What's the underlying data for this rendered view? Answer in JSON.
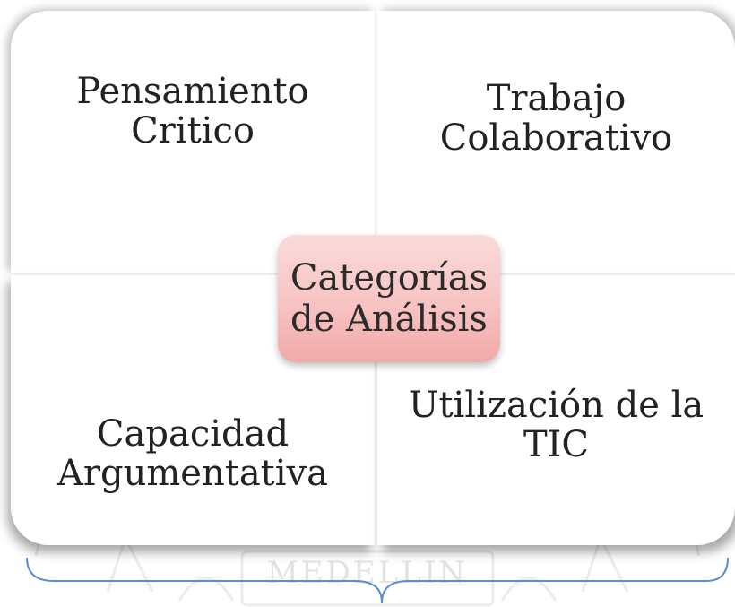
{
  "diagram": {
    "center": {
      "line1": "Categorías",
      "line2": "de Análisis"
    },
    "quadrants": {
      "top_left": {
        "line1": "Pensamiento",
        "line2": "Critico"
      },
      "top_right": {
        "line1": "Trabajo",
        "line2": "Colaborativo"
      },
      "bottom_left": {
        "line1": "Capacidad",
        "line2": "Argumentativa"
      },
      "bottom_right": {
        "line1": "Utilización de la",
        "line2": "TIC"
      }
    }
  },
  "watermark": {
    "text": "MEDELLIN"
  },
  "colors": {
    "center_fill": "#f7c3c3",
    "brace": "#5b8bd6",
    "watermark": "#e9e9e9"
  }
}
